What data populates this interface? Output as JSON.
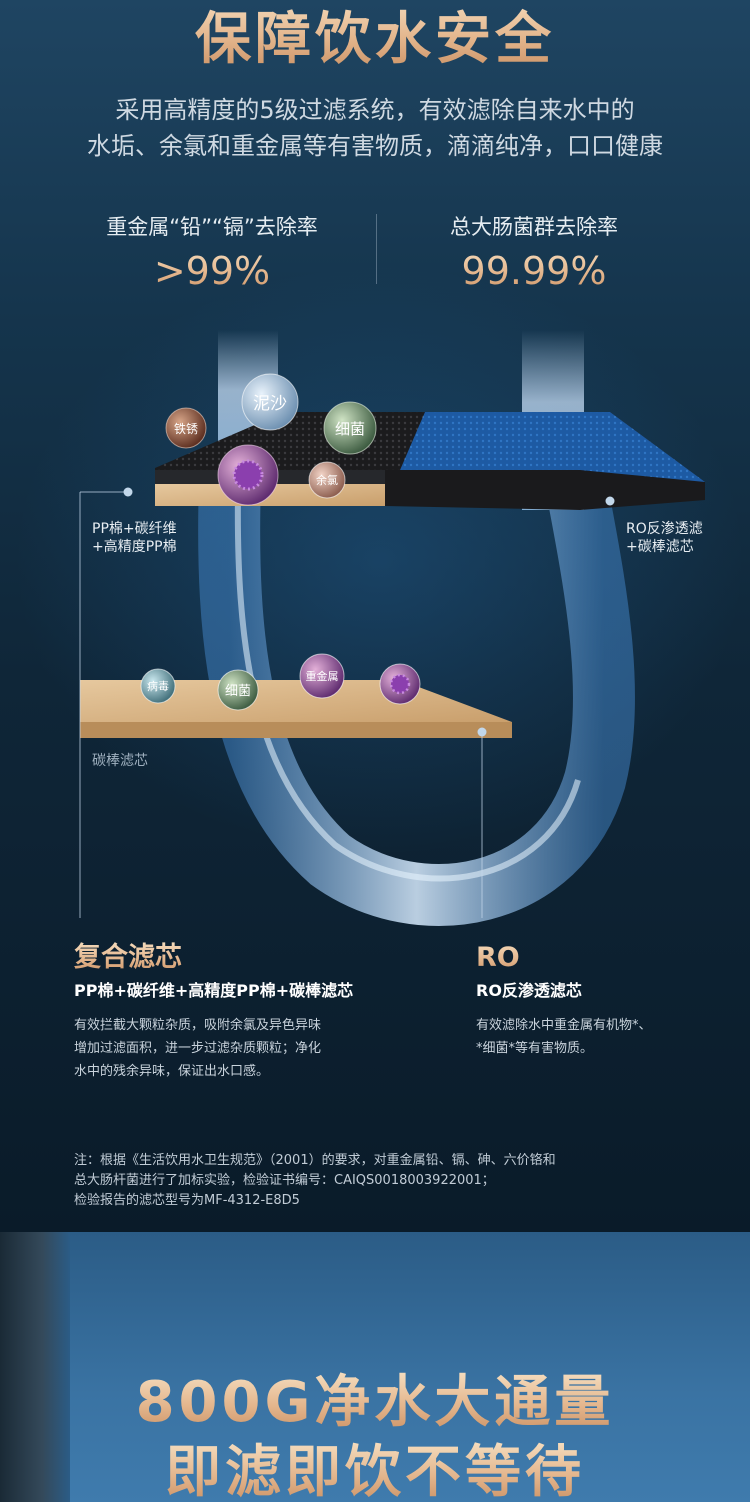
{
  "header": {
    "title": "保障饮水安全",
    "intro_line1": "采用高精度的5级过滤系统，有效滤除自来水中的",
    "intro_line2": "水垢、余氯和重金属等有害物质，滴滴纯净，口口健康"
  },
  "stats": [
    {
      "label": "重金属“铅”“镉”去除率",
      "value": ">99%"
    },
    {
      "label": "总大肠菌群去除率",
      "value": "99.99%"
    }
  ],
  "diagram": {
    "upper_particles": [
      "铁锈",
      "泥沙",
      "细菌",
      "余氯"
    ],
    "lower_particles": [
      "病毒",
      "细菌",
      "重金属"
    ],
    "label_left_line1": "PP棉+碳纤维",
    "label_left_line2": "+高精度PP棉",
    "label_right_line1": "RO反渗透滤",
    "label_right_line2": "+碳棒滤芯",
    "label_bottom": "碳棒滤芯"
  },
  "features": [
    {
      "title": "复合滤芯",
      "subtitle": "PP棉+碳纤维+高精度PP棉+碳棒滤芯",
      "desc_line1": "有效拦截大颗粒杂质，吸附余氯及异色异味",
      "desc_line2": "增加过滤面积，进一步过滤杂质颗粒；净化",
      "desc_line3": "水中的残余异味，保证出水口感。"
    },
    {
      "title": "RO",
      "subtitle": "RO反渗透滤芯",
      "desc_line1": "有效滤除水中重金属有机物*、",
      "desc_line2": "*细菌*等有害物质。"
    }
  ],
  "note": {
    "line1": "注：根据《生活饮用水卫生规范》（2001）的要求，对重金属铅、镉、砷、六价铬和",
    "line2": "总大肠杆菌进行了加标实验，检验证书编号：CAIQS0018003922001；",
    "line3": "检验报告的滤芯型号为MF-4312-E8D5"
  },
  "banner": {
    "line1": "800G净水大通量",
    "line2": "即滤即饮不等待"
  },
  "colors": {
    "gold": "#e3b58c",
    "panel_dark": "#0f2638",
    "water_blue": "#7fb6e6",
    "filter_blue": "#1f5ea8",
    "carbon_black": "#1c1c1c",
    "pp_cotton": "#d9b589"
  }
}
